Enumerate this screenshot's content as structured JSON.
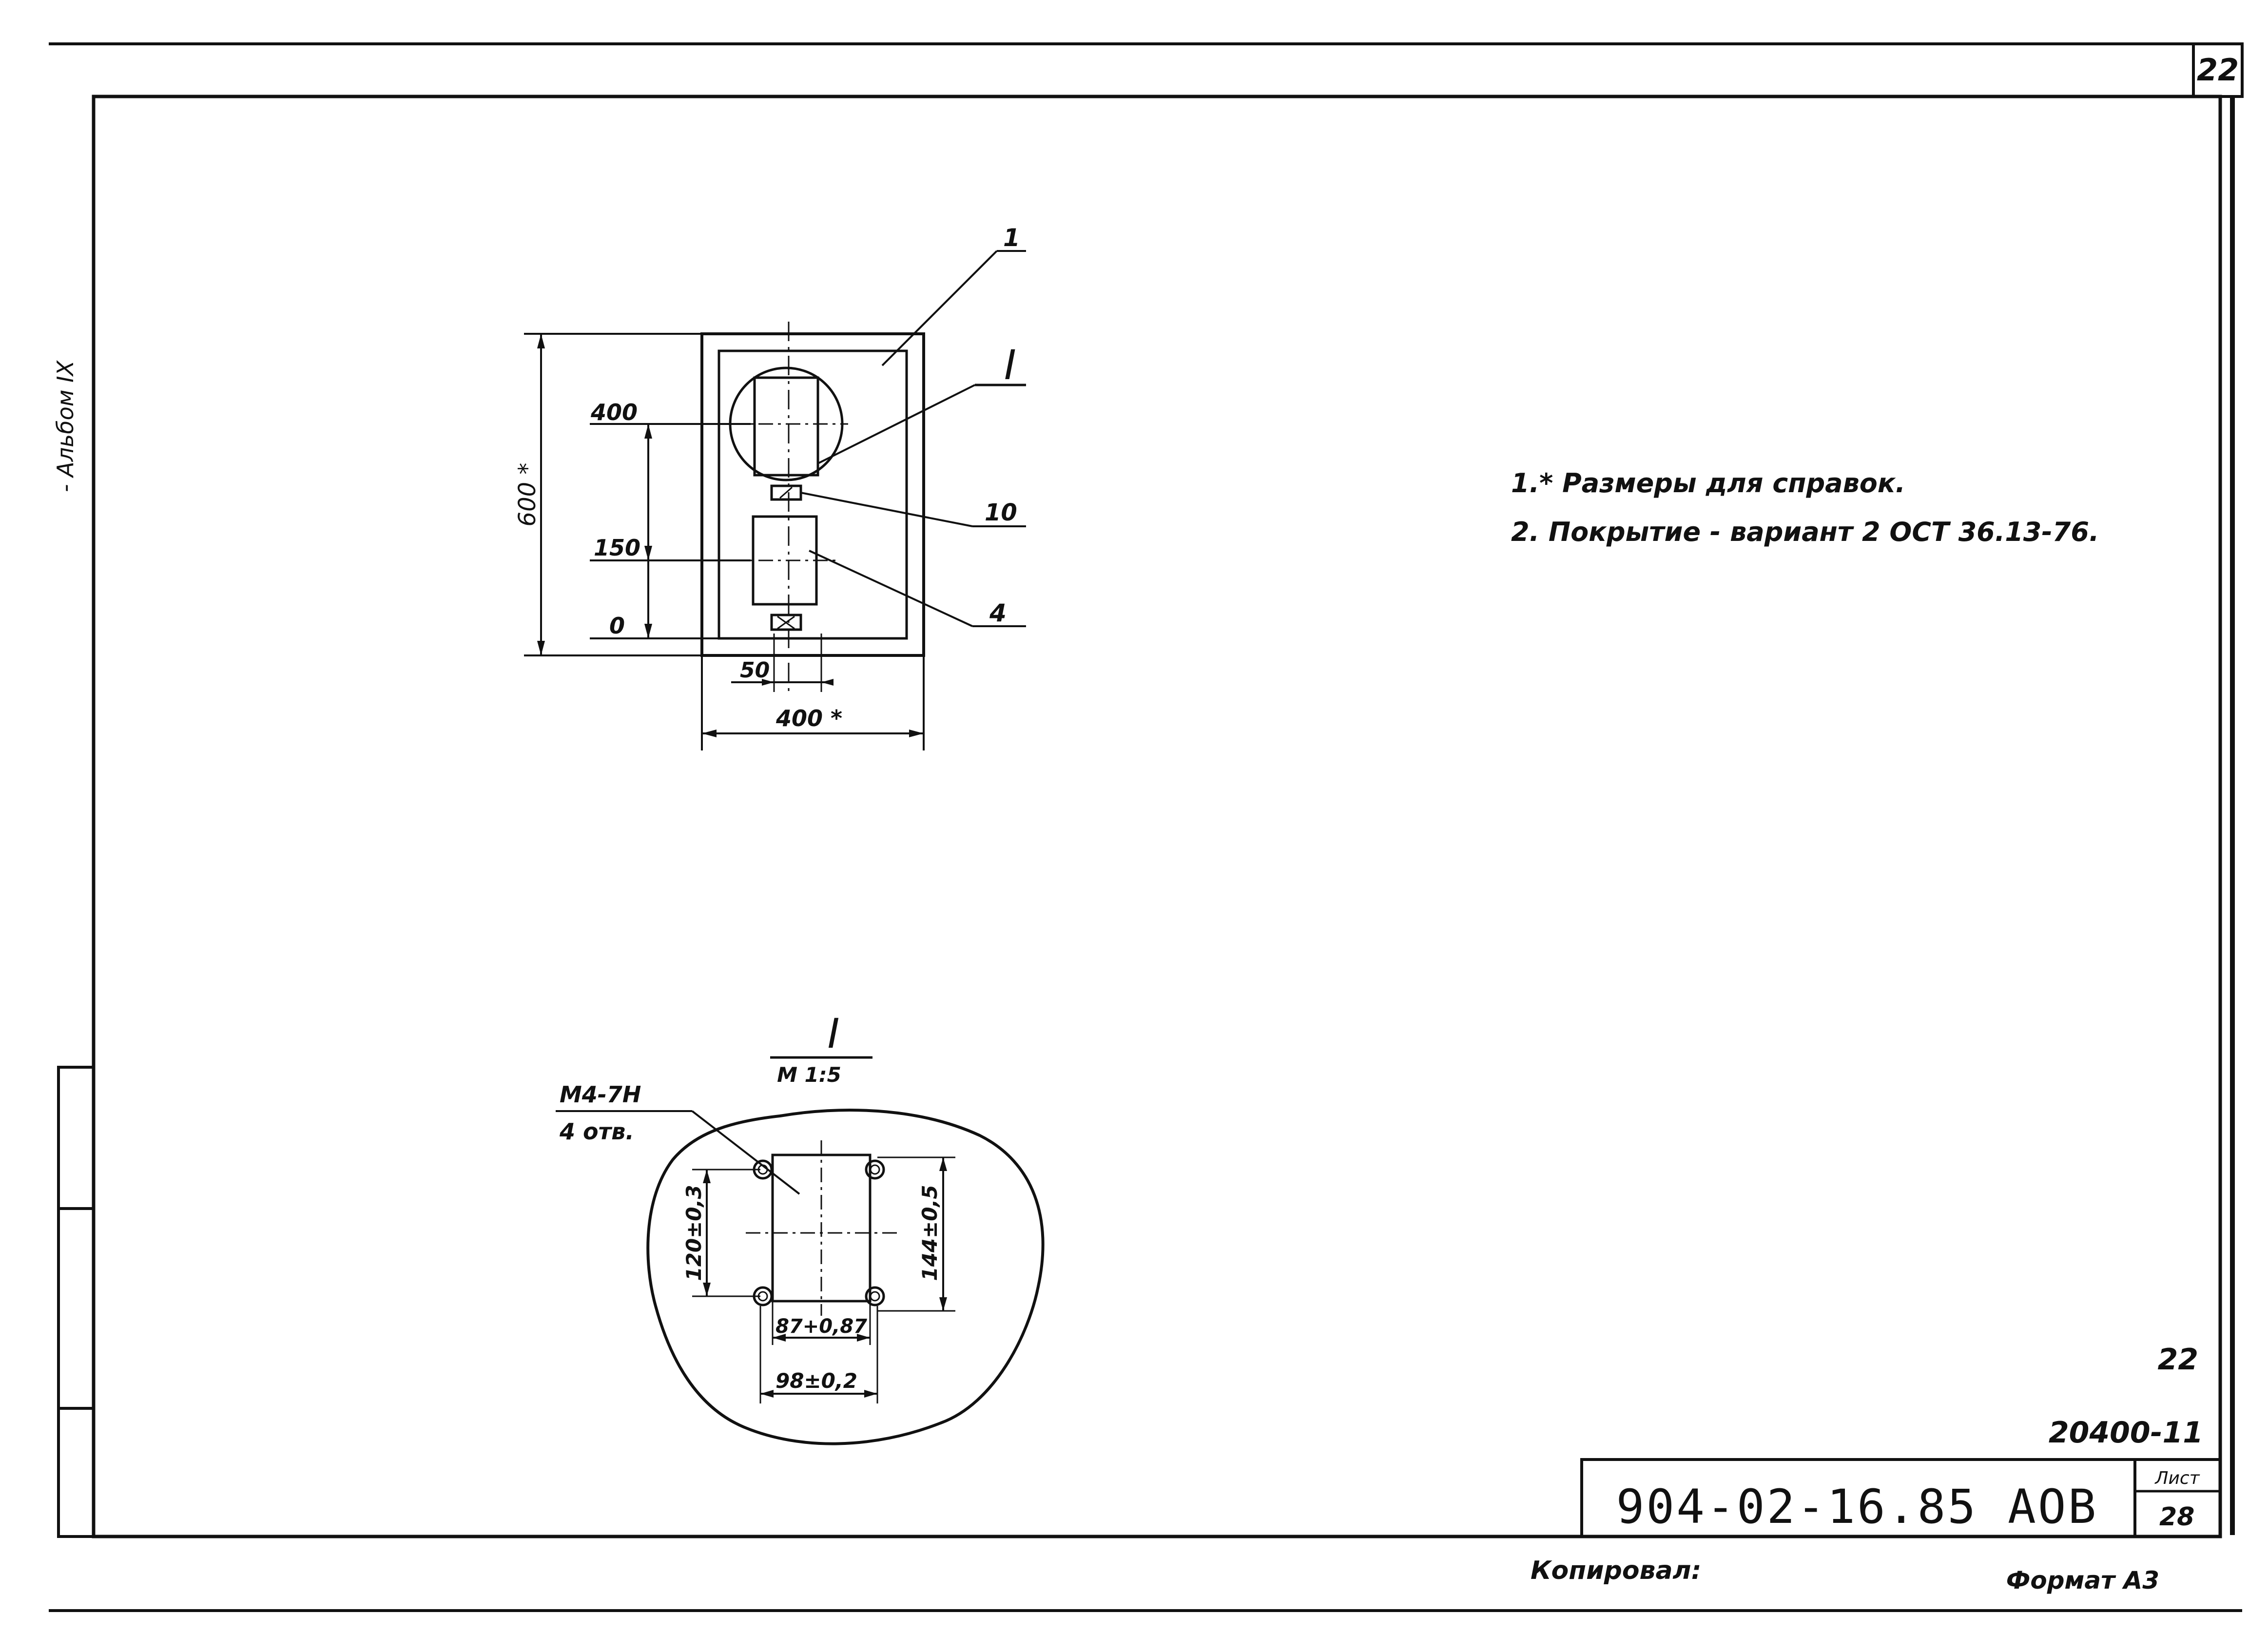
{
  "sheet": {
    "page_number": "22",
    "album_label": "- Альбом IX",
    "format_label": "Формат А3",
    "copied_by_label": "Копировал:"
  },
  "title_block": {
    "code": "904-02-16.85 АОВ",
    "sheet_label": "Лист",
    "sheet_number": "28",
    "inventory_number": "20400-11",
    "small_mark": "22"
  },
  "notes": [
    "1.* Размеры для справок.",
    "2. Покрытие - вариант 2 ОСТ 36.13-76."
  ],
  "main_view": {
    "dim_height": "600 *",
    "dim_width": "400 *",
    "dim_offset": "50",
    "level_top": "400",
    "level_mid": "150",
    "level_zero": "0",
    "callout_1": "1",
    "callout_view": "I",
    "callout_10": "10",
    "callout_4": "4"
  },
  "detail_view": {
    "title": "I",
    "scale": "М 1:5",
    "thread_label": "М4-7Н",
    "holes_label": "4 отв.",
    "dim_left": "120±0,3",
    "dim_right": "144±0,5",
    "dim_inner": "87+0,87",
    "dim_outer": "98±0,2"
  }
}
